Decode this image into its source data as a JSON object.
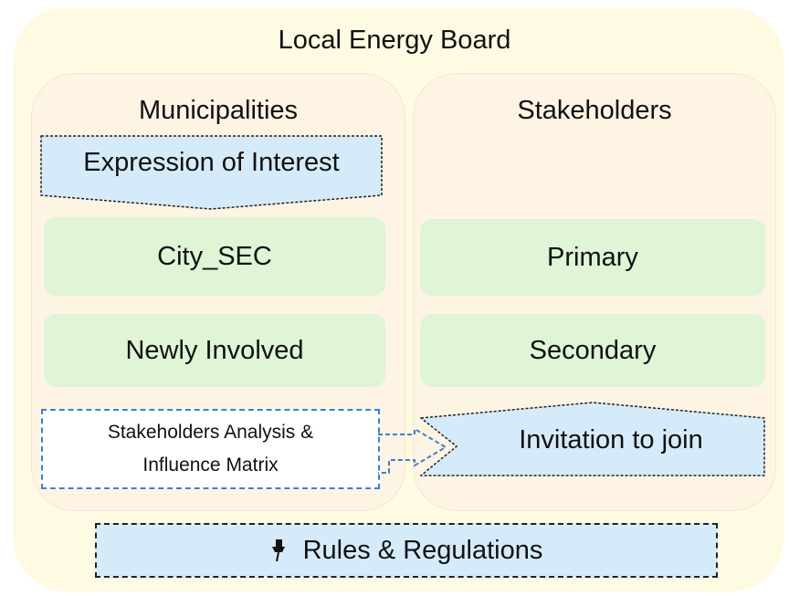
{
  "board": {
    "title": "Local Energy Board"
  },
  "municipalities": {
    "title": "Municipalities",
    "expression_of_interest": "Expression of Interest",
    "items": [
      "City_SEC",
      "Newly Involved"
    ],
    "analysis": {
      "line1": "Stakeholders  Analysis &",
      "line2": "Influence Matrix"
    }
  },
  "stakeholders": {
    "title": "Stakeholders",
    "items": [
      "Primary",
      "Secondary"
    ],
    "invitation": "Invitation to join"
  },
  "rules": {
    "label": "Rules & Regulations",
    "icon": "pushpin-icon"
  },
  "colors": {
    "outer_bg": "#fffbe3",
    "column_bg": "#fdf4e4",
    "green_box": "#dff5d6",
    "blue_box": "#d6ebf9",
    "dashed_blue": "#3f7fcf"
  }
}
